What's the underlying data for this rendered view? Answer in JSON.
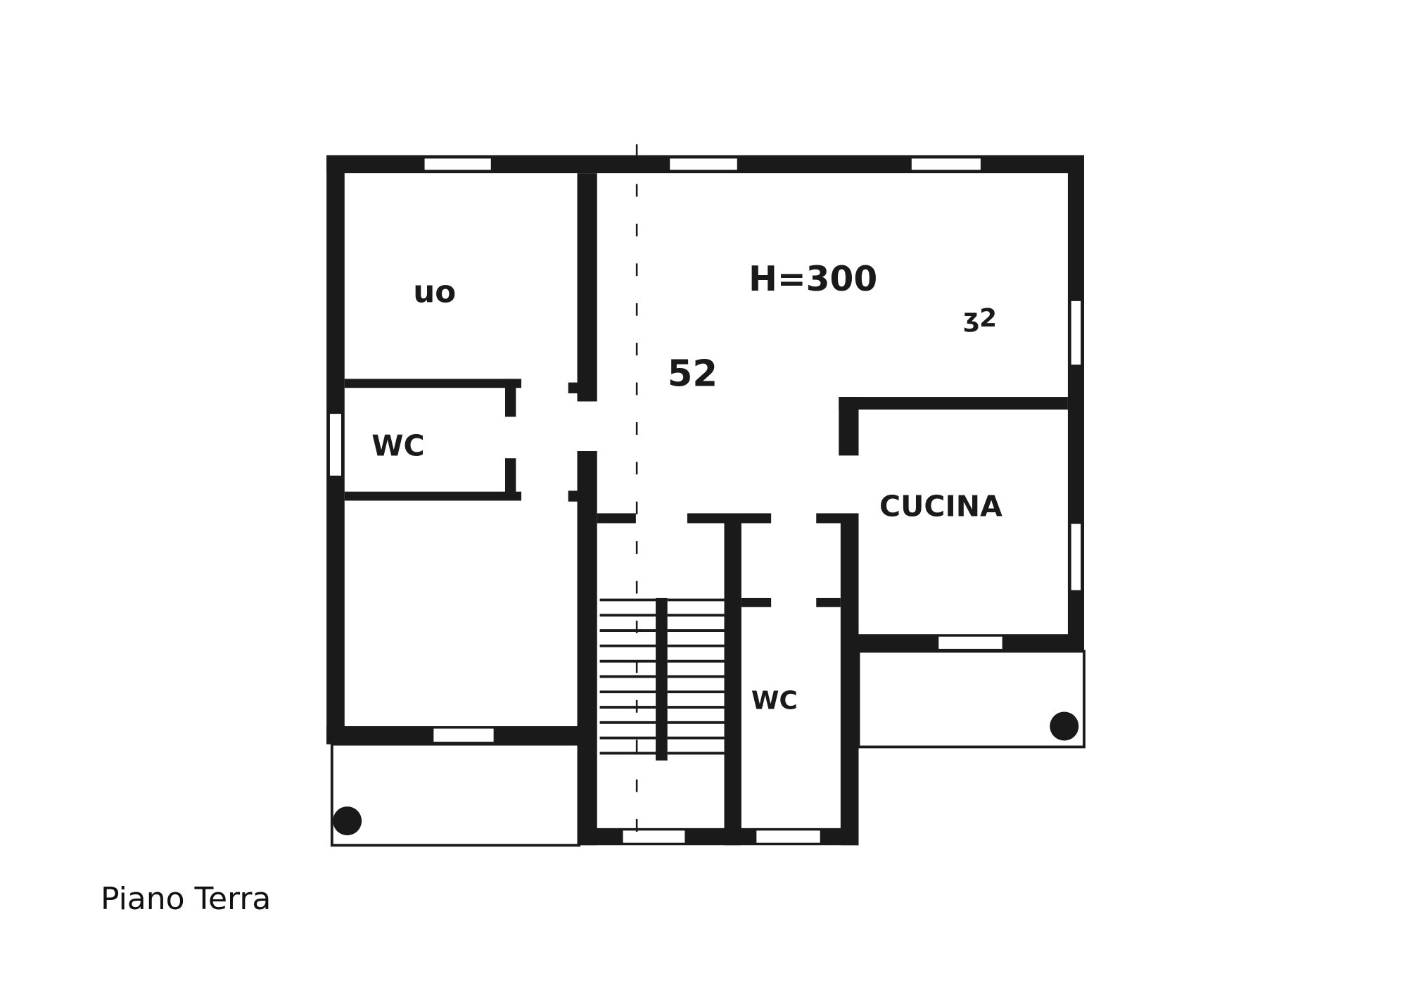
{
  "plan": {
    "labels": {
      "room_top_left": "uo",
      "height_note": "H=300",
      "dimension_note": "52",
      "dimension_note_right": "ʒ2",
      "wc_left": "WC",
      "kitchen": "CUCINA",
      "wc_center": "WC"
    }
  },
  "caption": "Piano Terra",
  "colors": {
    "wall": "#1a1a1a",
    "background": "#ffffff"
  }
}
